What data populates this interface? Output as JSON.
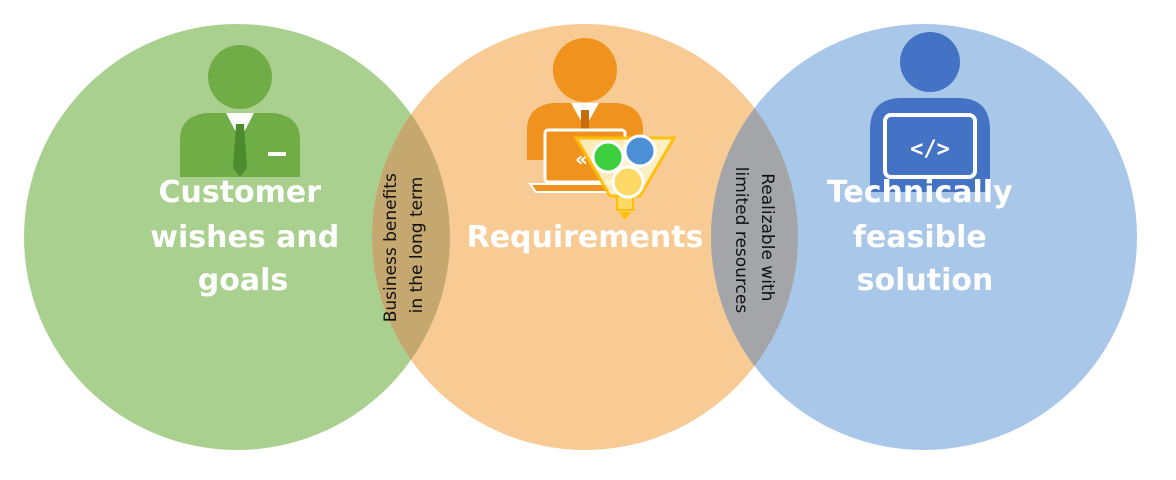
{
  "circles": [
    {
      "id": "customer",
      "lines": [
        "Customer",
        "wishes and",
        "goals"
      ],
      "color": "#a9d08e",
      "icon": "businessman-icon",
      "icon_color": "#70ad47"
    },
    {
      "id": "requirements",
      "lines": [
        "Requirements"
      ],
      "color": "#f8cb95",
      "icon": "developer-filter-icon",
      "icon_color": "#f0931e"
    },
    {
      "id": "technical",
      "lines": [
        "Technically",
        "feasible",
        "solution"
      ],
      "color": "#a9c7e8",
      "icon": "programmer-icon",
      "icon_color": "#4472c4"
    }
  ],
  "overlaps": {
    "left": {
      "lines": [
        "Business benefits",
        "in the long term"
      ],
      "color": "#c5a86f"
    },
    "right": {
      "lines": [
        "Realizable with",
        "limited resources"
      ],
      "color": "#a3a5a8"
    }
  }
}
